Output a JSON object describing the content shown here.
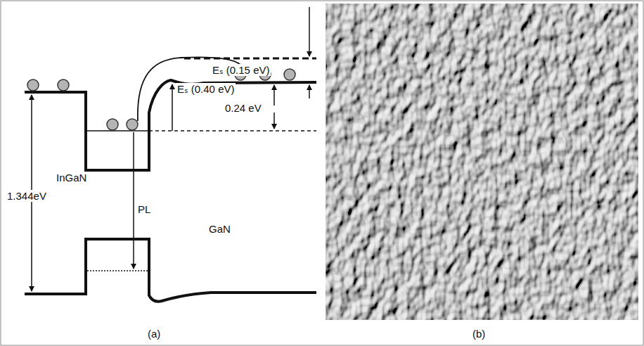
{
  "diagram": {
    "labels": [
      "Eₛ (0.15 eV)",
      "Eₛ (0.40 eV)",
      "0.24 eV",
      "1.344eV",
      "InGaN",
      "PL",
      "GaN",
      "(a)",
      "(b)"
    ]
  }
}
